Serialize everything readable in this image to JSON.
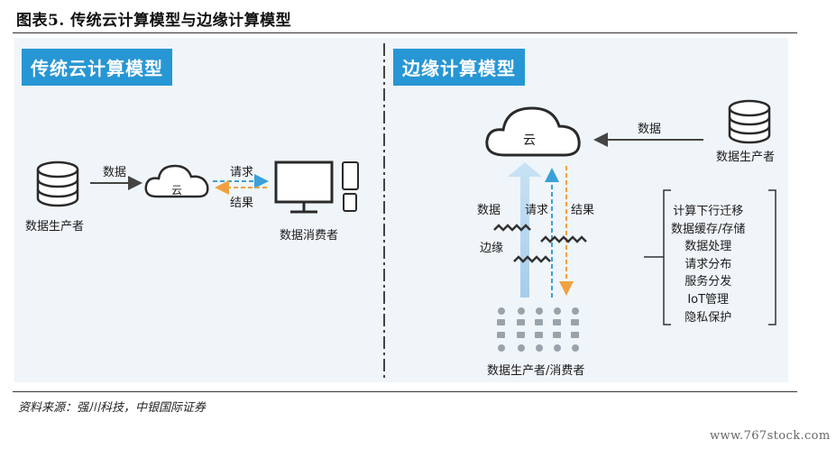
{
  "figure_title": "图表5.  传统云计算模型与边缘计算模型",
  "source": "资料来源：强川科技，中银国际证券",
  "watermark": "www.767stock.com",
  "colors": {
    "badge": "#2796d4",
    "arrow_blue": "#3aa0d8",
    "arrow_orange": "#f0a040",
    "panel": "#f0f5f9"
  },
  "left": {
    "badge": "传统云计算模型",
    "producer_label": "数据生产者",
    "data_arrow_label": "数据",
    "cloud_label": "云",
    "request_label": "请求",
    "result_label": "结果",
    "consumer_label": "数据消费者"
  },
  "right": {
    "badge": "边缘计算模型",
    "cloud_label": "云",
    "incoming_data_label": "数据",
    "producer_label": "数据生产者",
    "up_data_label": "数据",
    "request_label": "请求",
    "result_label": "结果",
    "edge_label": "边缘",
    "bottom_label": "数据生产者/消费者",
    "functions": [
      "计算下行迁移",
      "数据缓存/存储",
      "数据处理",
      "请求分布",
      "服务分发",
      "IoT管理",
      "隐私保护"
    ]
  }
}
